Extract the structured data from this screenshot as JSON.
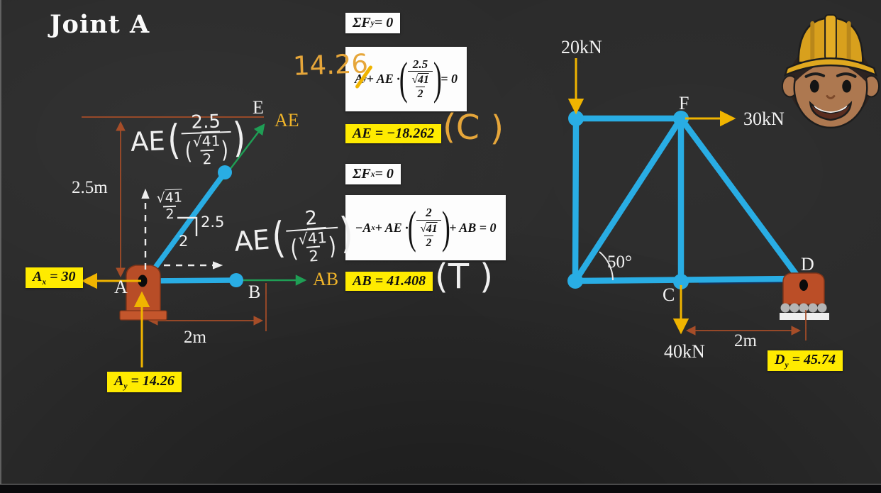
{
  "title": "Joint A",
  "glyphs": {
    "lp": "(",
    "rp": ")"
  },
  "equations": {
    "fy_header": {
      "sigma": "ΣF",
      "sub": "y",
      "rest": " = 0"
    },
    "fx_header": {
      "sigma": "ΣF",
      "sub": "x",
      "rest": " = 0"
    },
    "hw_value": "14.26",
    "eq1": {
      "a": "A",
      "a_sub": "y",
      "op": " + AE ·",
      "num": "2.5",
      "root": "√",
      "rad": "41",
      "den": "2",
      "rhs": " = 0"
    },
    "result1": {
      "sym": "AE",
      "val": " = −18.262"
    },
    "mark1": "(C )",
    "eq2": {
      "a": "−A",
      "a_sub": "x",
      "op": " + AE ·",
      "num": "2",
      "root": "√",
      "rad": "41",
      "den": "2",
      "rhs": " + AB = 0"
    },
    "result2": {
      "sym": "AB",
      "val": " = 41.408"
    },
    "mark2": "(T )"
  },
  "fbd": {
    "node_a": "A",
    "node_b": "B",
    "node_e": "E",
    "force_ae": "AE",
    "force_ab": "AB",
    "dim_height": "2.5m",
    "dim_width": "2m",
    "reaction_ax": {
      "sym": "A",
      "sub": "x",
      "val": " = 30"
    },
    "reaction_ay": {
      "sym": "A",
      "sub": "y",
      "val": " = 14.26"
    },
    "hw_ae_vertical": {
      "pre": "AE",
      "num": "2.5",
      "root": "√",
      "rad": "41",
      "den": "2"
    },
    "hw_ae_horizontal": {
      "pre": "AE",
      "num": "2",
      "root": "√",
      "rad": "41",
      "den": "2"
    },
    "hw_slope": {
      "root": "√",
      "rad": "41",
      "den": "2",
      "rise": "2.5",
      "run": "2"
    }
  },
  "truss": {
    "load_top": "20kN",
    "load_right": "30kN",
    "load_bottom": "40kN",
    "angle": "50°",
    "node_f": "F",
    "node_c": "C",
    "node_d": "D",
    "dim_bottom": "2m",
    "reaction_dy": {
      "sym": "D",
      "sub": "y",
      "val": " = 45.74"
    }
  },
  "colors": {
    "member_blue": "#29ade4",
    "arrow_yellow": "#f0b400",
    "dim_rust": "#a64d28",
    "force_green": "#1f9e55",
    "highlight_yellow": "#ffeb00",
    "handwriting_gold": "#e6a63a",
    "support_orange": "#bb4e27",
    "background": "#2b2b2b"
  }
}
